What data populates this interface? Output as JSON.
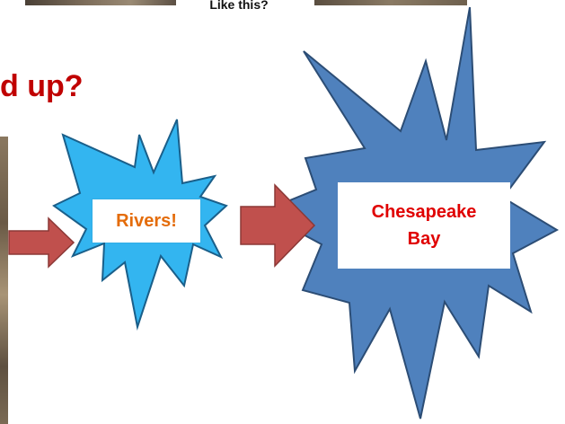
{
  "caption": "Like this?",
  "heading_fragment": "d up?",
  "diagram": {
    "nodes": [
      {
        "id": "rivers",
        "label": "Rivers!"
      },
      {
        "id": "bay",
        "label_line1": "Chesapeake",
        "label_line2": "Bay"
      }
    ],
    "edges": [
      {
        "from": "photo",
        "to": "rivers"
      },
      {
        "from": "rivers",
        "to": "bay"
      }
    ]
  },
  "colors": {
    "heading": "#c00000",
    "rivers_label": "#e46c0a",
    "bay_label": "#e00000",
    "arrow_fill": "#c0504d",
    "arrow_stroke": "#8c3836",
    "rivers_star_fill": "#33b5f0",
    "rivers_star_stroke": "#1a5f8a",
    "bay_star_fill": "#4f81bd",
    "bay_star_stroke": "#2c4d75",
    "photo": "#6b5a48"
  }
}
